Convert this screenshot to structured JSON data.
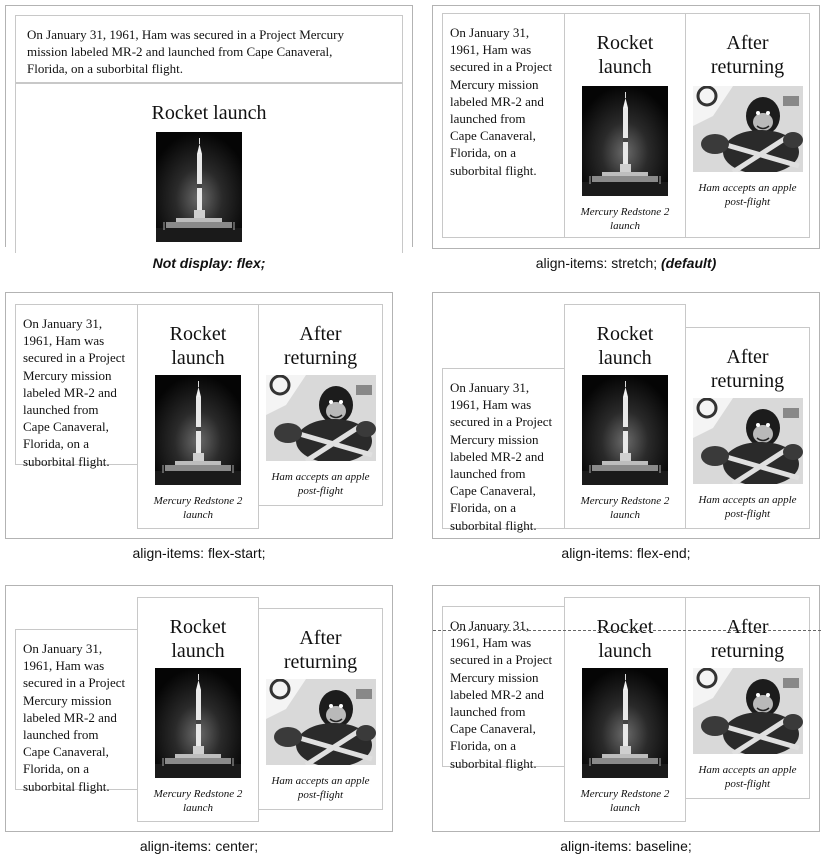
{
  "content": {
    "paragraph": "On January 31, 1961, Ham was secured in a Project Mercury mission labeled MR-2 and launched from Cape Canaveral, Florida, on a suborbital flight.",
    "paragraph_lines": [
      "On January 31,",
      "1961, Ham was",
      "secured in a Project",
      "Mercury mission",
      "labeled MR-2 and",
      "launched from",
      "Cape Canaveral,",
      "Florida, on a",
      "suborbital flight."
    ],
    "paragraph_wide_lines": [
      "On January 31, 1961, Ham was secured in a Project Mercury",
      "mission labeled MR-2 and launched from Cape Canaveral,",
      "Florida, on a suborbital flight."
    ],
    "rocket_heading": "Rocket launch",
    "rocket_heading_lines": [
      "Rocket",
      "launch"
    ],
    "rocket_caption_lines": [
      "Mercury Redstone 2",
      "launch"
    ],
    "ham_heading_lines": [
      "After",
      "returning"
    ],
    "ham_caption_lines": [
      "Ham accepts an apple",
      "post-flight"
    ]
  },
  "labels": {
    "not_flex": "Not display: flex;",
    "stretch": "align-items: stretch;",
    "stretch_default": "(default)",
    "flex_start": "align-items: flex-start;",
    "flex_end": "align-items: flex-end;",
    "center": "align-items: center;",
    "baseline": "align-items: baseline;"
  },
  "colors": {
    "frame_border": "#b3b3b3",
    "box_border": "#c8c8c8",
    "text": "#111111"
  },
  "icons": {
    "rocket_photo": "rocket-launch-photo",
    "ham_photo": "chimpanzee-ham-photo"
  }
}
